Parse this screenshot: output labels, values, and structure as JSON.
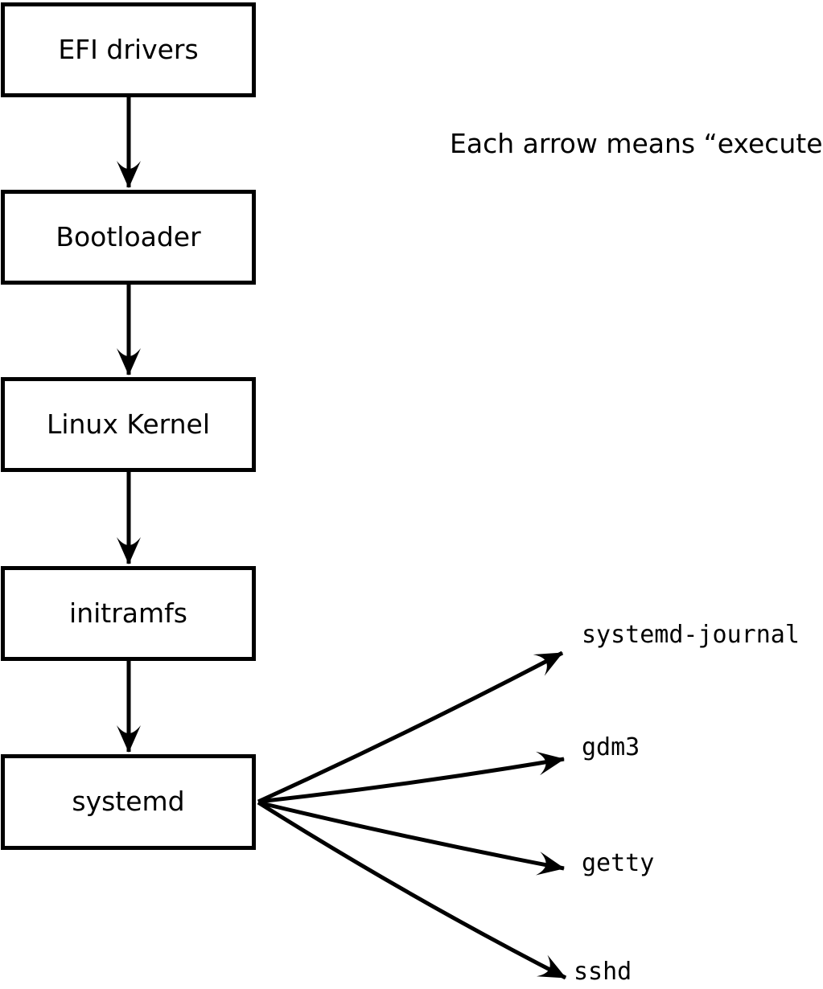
{
  "diagram": {
    "note": "Each arrow means “executes”.",
    "boot_chain": [
      {
        "label": "EFI drivers"
      },
      {
        "label": "Bootloader"
      },
      {
        "label": "Linux Kernel"
      },
      {
        "label": "initramfs"
      },
      {
        "label": "systemd"
      }
    ],
    "spawned_processes": [
      {
        "label": "systemd-journal"
      },
      {
        "label": "gdm3"
      },
      {
        "label": "getty"
      },
      {
        "label": "sshd"
      }
    ],
    "colors": {
      "background": "#ffffff",
      "line": "#000000",
      "box_fill": "#ffffff",
      "box_border": "#000000",
      "text": "#000000"
    }
  }
}
